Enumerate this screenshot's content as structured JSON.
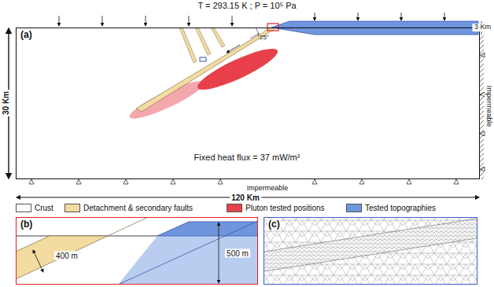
{
  "diagram": {
    "nodes": [
      {
        "text": [
          "(a)"
        ]
      },
      {
        "text": [
          "(b)"
        ]
      },
      {
        "text": [
          "(c)"
        ]
      }
    ],
    "labels": [
      "T = 293.15 K ; P = 10⁵ Pa",
      "3 Km",
      "30 Km",
      "25°",
      "Fixed heat flux = 37 mW/m²",
      "Impermeable",
      "120 Km",
      "Impermeable",
      "500 m",
      "400 m"
    ],
    "legend": [
      {
        "text": "Crust",
        "color": "#ffffff"
      },
      {
        "text": "Detachment & secondary faults",
        "color": "#f2dca2"
      },
      {
        "text": "Pluton tested positions",
        "color": "#e8404a"
      },
      {
        "text": "Tested topographies",
        "color": "#6f95dc"
      }
    ]
  }
}
